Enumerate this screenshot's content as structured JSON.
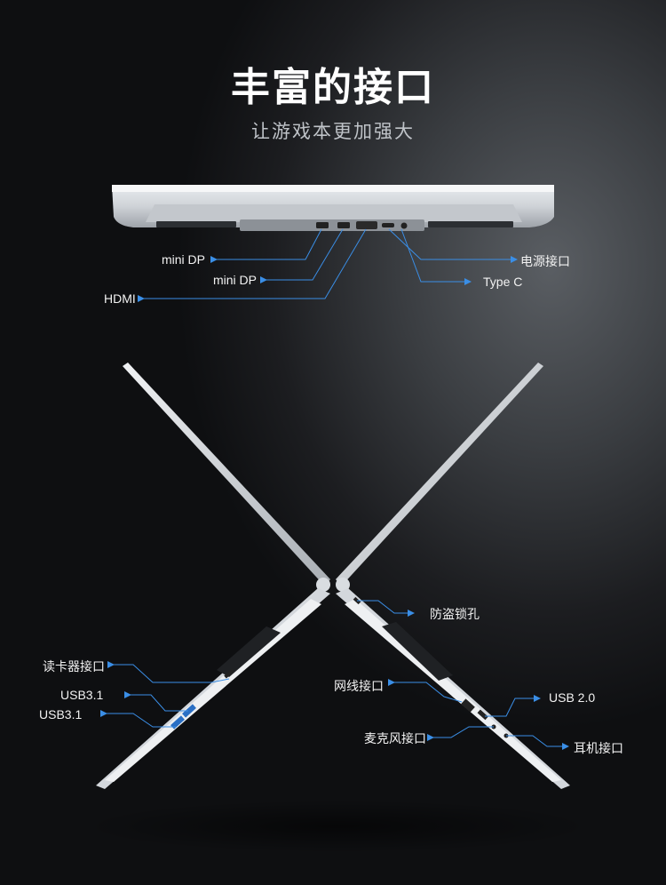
{
  "header": {
    "title": "丰富的接口",
    "subtitle": "让游戏本更加强大"
  },
  "rear_ports": {
    "labels": {
      "mini_dp_1": "mini DP",
      "mini_dp_2": "mini DP",
      "hdmi": "HDMI",
      "power": "电源接口",
      "type_c": "Type C"
    }
  },
  "side_ports": {
    "left": {
      "card_reader": "读卡器接口",
      "usb31_a": "USB3.1",
      "usb31_b": "USB3.1"
    },
    "right": {
      "lock": "防盗锁孔",
      "ethernet": "网线接口",
      "usb20": "USB 2.0",
      "mic": "麦克风接口",
      "headphone": "耳机接口"
    }
  },
  "colors": {
    "accent": "#3a8ee6",
    "body_silver": "#d7dbe0",
    "background_dark": "#16171a"
  }
}
